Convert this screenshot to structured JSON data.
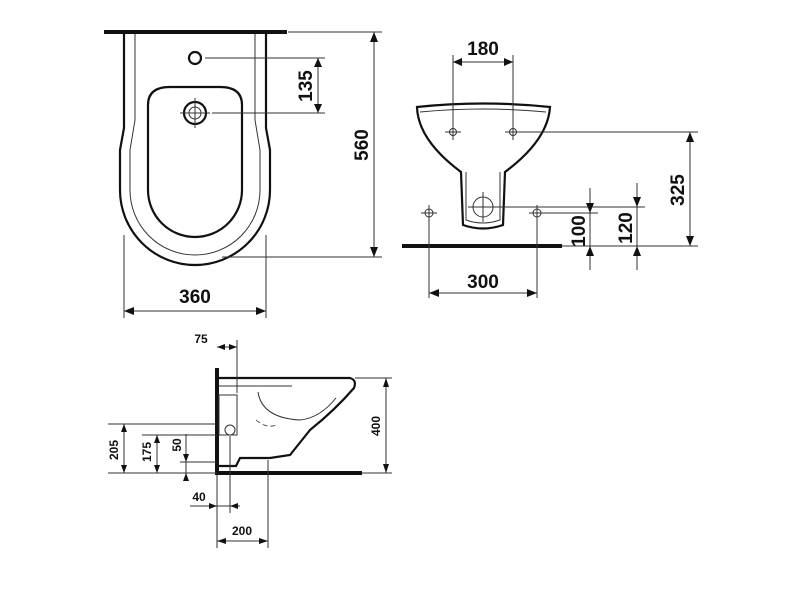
{
  "top_view": {
    "width_label": "360",
    "height_label": "560",
    "tap_hole_offset_label": "135"
  },
  "front_view": {
    "fixing_spacing_label": "180",
    "lower_fixing_spacing_label": "300",
    "floor_to_fixing_label": "325",
    "waste_height_label": "120",
    "lower_fixing_height_label": "100"
  },
  "side_view": {
    "projection_top_label": "75",
    "height_label": "400",
    "label_205": "205",
    "label_175": "175",
    "label_50": "50",
    "label_40": "40",
    "label_200": "200"
  }
}
